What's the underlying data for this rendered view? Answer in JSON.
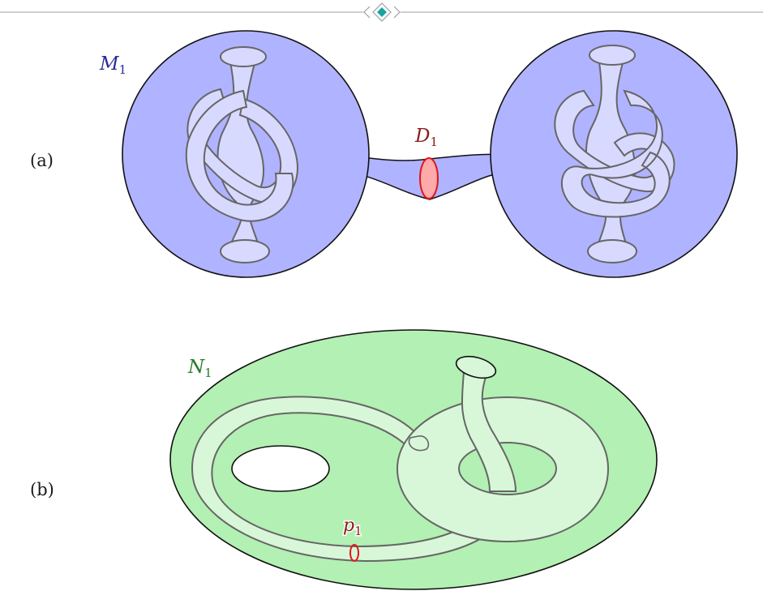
{
  "panels": {
    "a": {
      "label": "(a)",
      "manifold_symbol": "M",
      "manifold_subscript": "1",
      "disk_symbol": "D",
      "disk_subscript": "1"
    },
    "b": {
      "label": "(b)",
      "manifold_symbol": "N",
      "manifold_subscript": "1",
      "curve_symbol": "p",
      "curve_subscript": "1"
    }
  },
  "colors": {
    "ball_fill": "#b0b3ff",
    "knot_tube_fill": "#d8d9ff",
    "disk_fill": "#ffaaaa",
    "disk_stroke": "#e0161c",
    "disk_label": "#8b1a1a",
    "m_label": "#2a2a9a",
    "n_label": "#2a7a2a",
    "torus_fill": "#b3f0b3",
    "tube_fill": "#d8f7d8",
    "tube_stroke": "#666666",
    "divider": "#9aa0a6",
    "divider_ornament": "#1aa3a3"
  }
}
